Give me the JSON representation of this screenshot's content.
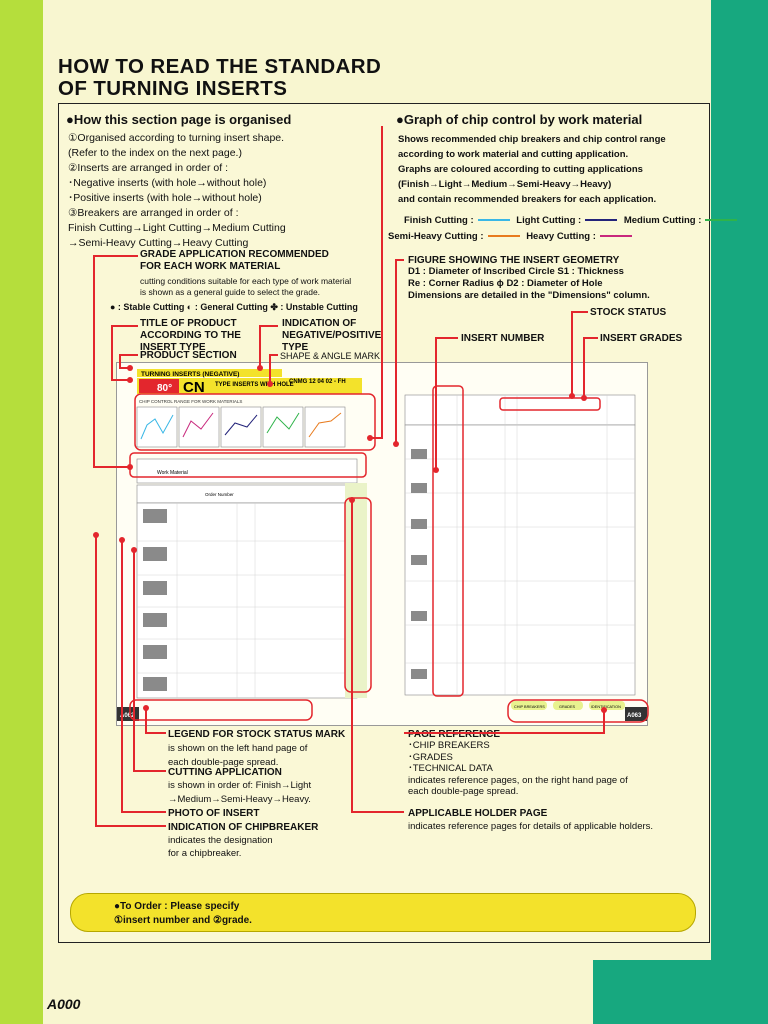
{
  "page_title": "HOW TO READ THE STANDARD\nOF TURNING INSERTS",
  "page_id": "A000",
  "left_section": {
    "heading": "●How this section page is organised",
    "lines": [
      "①Organised according to turning insert shape.",
      "  (Refer to the index on the next page.)",
      "②Inserts are arranged in order of :",
      "  ･Negative inserts (with hole→without hole)",
      "  ･Positive inserts (with hole→without hole)",
      "③Breakers are arranged in order of :",
      "  Finish Cutting→Light Cutting→Medium Cutting",
      "  →Semi-Heavy Cutting→Heavy Cutting"
    ]
  },
  "right_section": {
    "heading": "●Graph of chip control by work material",
    "lines": [
      "Shows recommended chip breakers and chip control range",
      "according to work material and cutting application.",
      "Graphs are coloured according to cutting applications",
      "(Finish→Light→Medium→Semi-Heavy→Heavy)",
      "and contain recommended breakers for each application."
    ],
    "legend": [
      {
        "label": "Finish Cutting :",
        "color": "#39b7e6"
      },
      {
        "label": "Light Cutting :",
        "color": "#23237a"
      },
      {
        "label": "Medium Cutting :",
        "color": "#2fb34a"
      },
      {
        "label": "Semi-Heavy Cutting :",
        "color": "#e87b1e"
      },
      {
        "label": "Heavy Cutting :",
        "color": "#c8287d"
      }
    ]
  },
  "callouts": {
    "grade_app": {
      "title": "GRADE APPLICATION RECOMMENDED\nFOR EACH WORK MATERIAL",
      "sub": "cutting conditions suitable for each type of work material\nis shown as a general guide to select the grade."
    },
    "cutting_key": "● : Stable Cutting  ◐ : General Cutting  ✤ : Unstable Cutting",
    "title_of_product": "TITLE OF PRODUCT\nACCORDING TO THE\nINSERT TYPE",
    "indication_neg_pos": "INDICATION OF\nNEGATIVE/POSITIVE\nTYPE",
    "product_section": "PRODUCT SECTION",
    "shape_angle": "SHAPE & ANGLE MARK",
    "figure_geometry": {
      "title": "FIGURE SHOWING THE INSERT GEOMETRY",
      "lines": [
        "D1 : Diameter of Inscribed Circle  S1 : Thickness",
        "Re : Corner Radius  ϕ D2 : Diameter of Hole",
        "Dimensions are detailed in the \"Dimensions\" column."
      ]
    },
    "stock_status": "STOCK STATUS",
    "insert_number": "INSERT NUMBER",
    "insert_grades": "INSERT GRADES",
    "legend_stock": {
      "title": "LEGEND FOR STOCK STATUS MARK",
      "sub": "is shown on the left hand page of\neach double-page spread."
    },
    "cutting_app": {
      "title": "CUTTING APPLICATION",
      "sub": "is shown in order of: Finish→Light\n→Medium→Semi-Heavy→Heavy."
    },
    "photo": "PHOTO OF INSERT",
    "chipbreaker": {
      "title": "INDICATION OF CHIPBREAKER",
      "sub": "indicates the designation\nfor a chipbreaker."
    },
    "page_ref": {
      "title": "PAGE REFERENCE",
      "sub": "･CHIP BREAKERS\n･GRADES\n･TECHNICAL DATA\nindicates reference pages, on the right hand page of\neach double-page spread."
    },
    "holder_page": {
      "title": "APPLICABLE HOLDER PAGE",
      "sub": "indicates reference pages for details of applicable holders."
    }
  },
  "spread": {
    "left_header": "TURNING INSERTS (NEGATIVE)",
    "angle": "80°",
    "shape_letters": "CN",
    "type_label": "TYPE INSERTS\nWITH HOLE",
    "example_code": "CNMG  12 04 02 - FH",
    "graph_title": "CHIP CONTROL RANGE FOR WORK MATERIALS",
    "work_material": "Work Material",
    "order_number": "Order Number",
    "left_page_no": "A062",
    "right_page_no": "A063",
    "ref_tags": [
      "CHIP BREAKERS",
      "GRADES",
      "IDENTIFICATION"
    ]
  },
  "order_note": {
    "lines": [
      "●To Order : Please specify",
      "①insert number and ②grade."
    ]
  },
  "colors": {
    "green_band": "#b5de3c",
    "teal_band": "#17a87f",
    "callout_red": "#e3262d",
    "highlight_yellow": "#f3e22b"
  }
}
